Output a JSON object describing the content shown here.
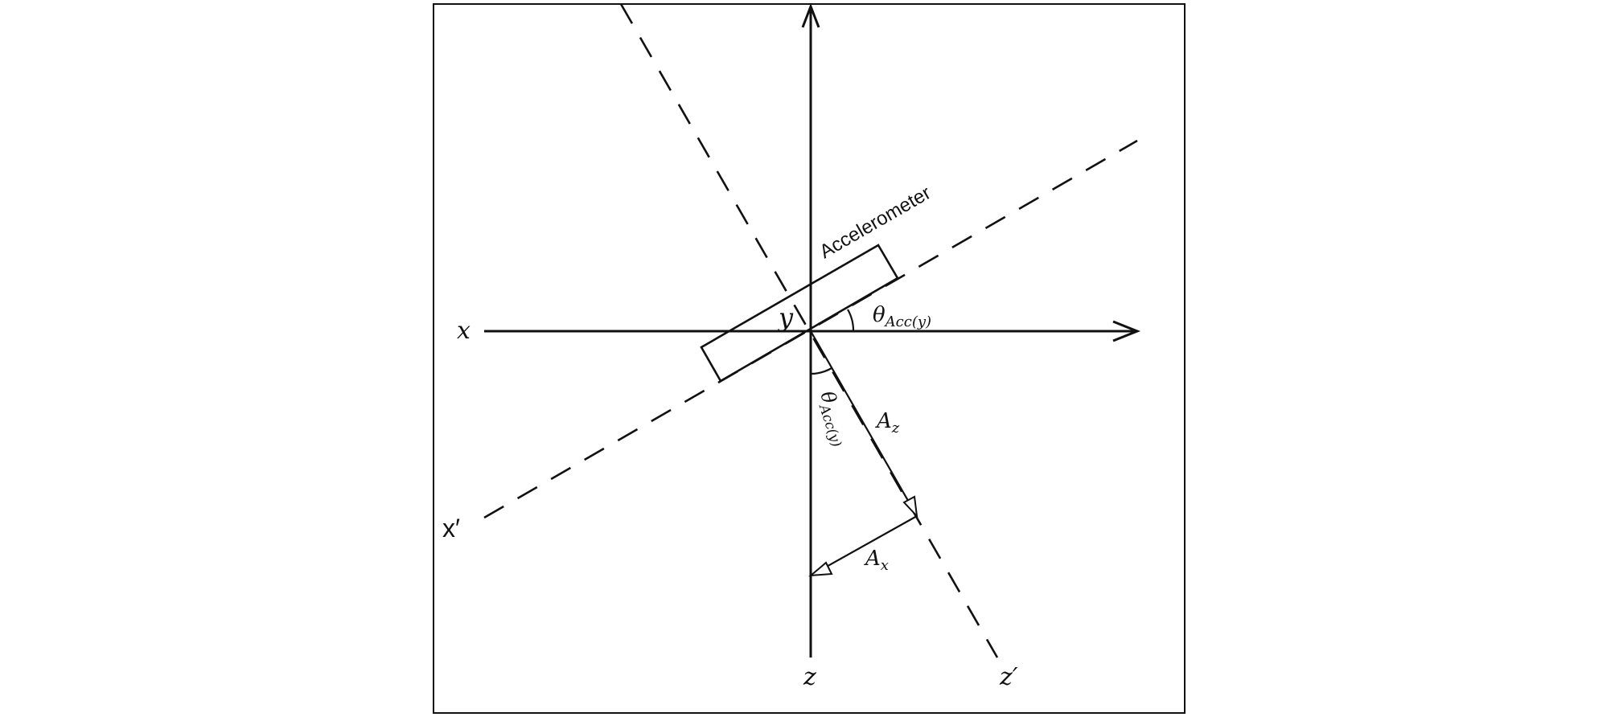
{
  "labels": {
    "x_axis": "x",
    "x_prime": "x′",
    "y_axis": "y",
    "z_axis": "z",
    "z_prime": "z′",
    "accelerometer": "Accelerometer",
    "theta_symbol": "θ",
    "theta_subscript": "Acc(y)",
    "a_z_base": "A",
    "a_z_sub": "z",
    "a_x_base": "A",
    "a_x_sub": "x"
  },
  "colors": {
    "ink": "#111111",
    "background": "#ffffff"
  }
}
